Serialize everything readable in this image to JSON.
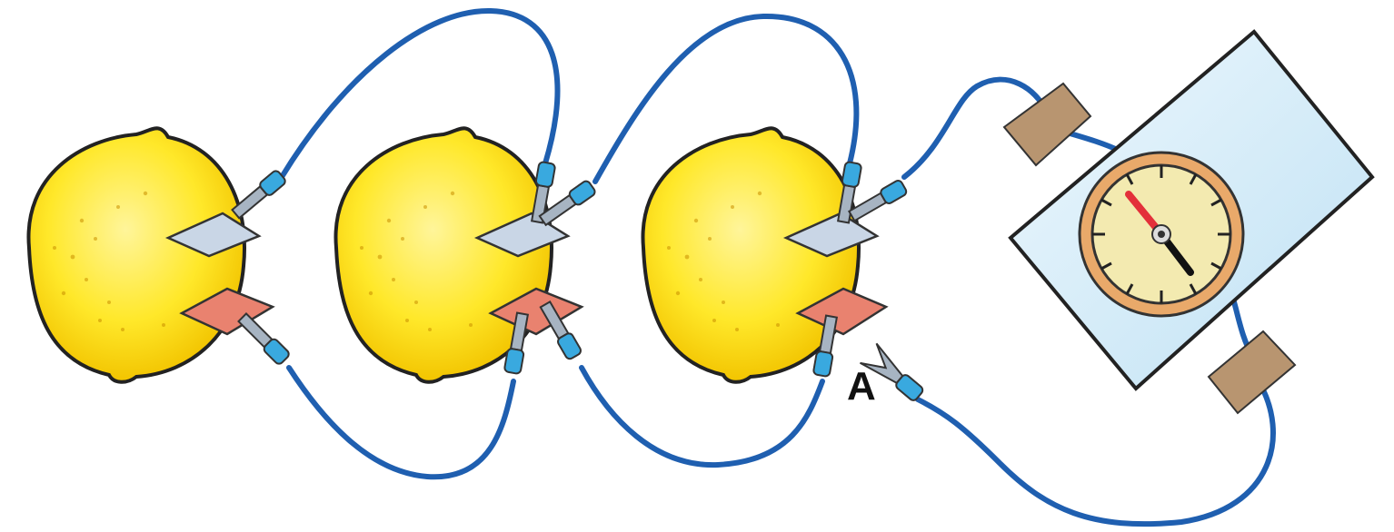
{
  "labels": {
    "point_a": "A"
  },
  "colors": {
    "wire": "#1f5fb0",
    "lemon": "#ffe82a",
    "lemon_outline": "#2a2a2a",
    "zinc_electrode": "#c9d6e6",
    "copper_electrode": "#e9826f",
    "clip": "#a7b4c2",
    "clip_boot": "#39a9df",
    "tape": "#b89570",
    "glass": "#d4eaf7",
    "compass_ring": "#e9a96a",
    "compass_face": "#f3eab0",
    "needle_north": "#e3303a",
    "needle_south": "#111111"
  },
  "icons": [
    "lemon-cell",
    "alligator-clip",
    "compass",
    "tape-strip"
  ]
}
